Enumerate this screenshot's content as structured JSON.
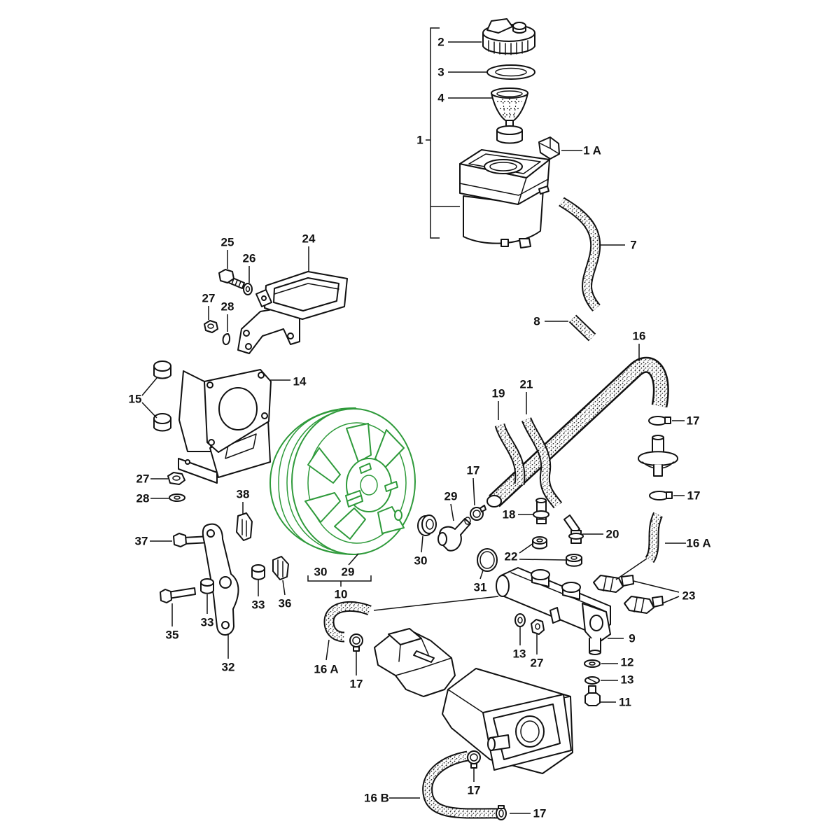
{
  "colors": {
    "highlight": "#2e9a3a",
    "ink": "#111111"
  },
  "callouts": [
    "2",
    "3",
    "4",
    "1",
    "1 A",
    "7",
    "8",
    "25",
    "26",
    "24",
    "27",
    "28",
    "16",
    "14",
    "15",
    "19",
    "21",
    "17",
    "17",
    "29",
    "27",
    "28",
    "38",
    "17",
    "18",
    "37",
    "20",
    "16 A",
    "22",
    "30",
    "31",
    "30",
    "29",
    "10",
    "23",
    "33",
    "36",
    "33",
    "35",
    "9",
    "13",
    "27",
    "12",
    "13",
    "16 A",
    "17",
    "32",
    "11",
    "17",
    "16 B",
    "17"
  ]
}
